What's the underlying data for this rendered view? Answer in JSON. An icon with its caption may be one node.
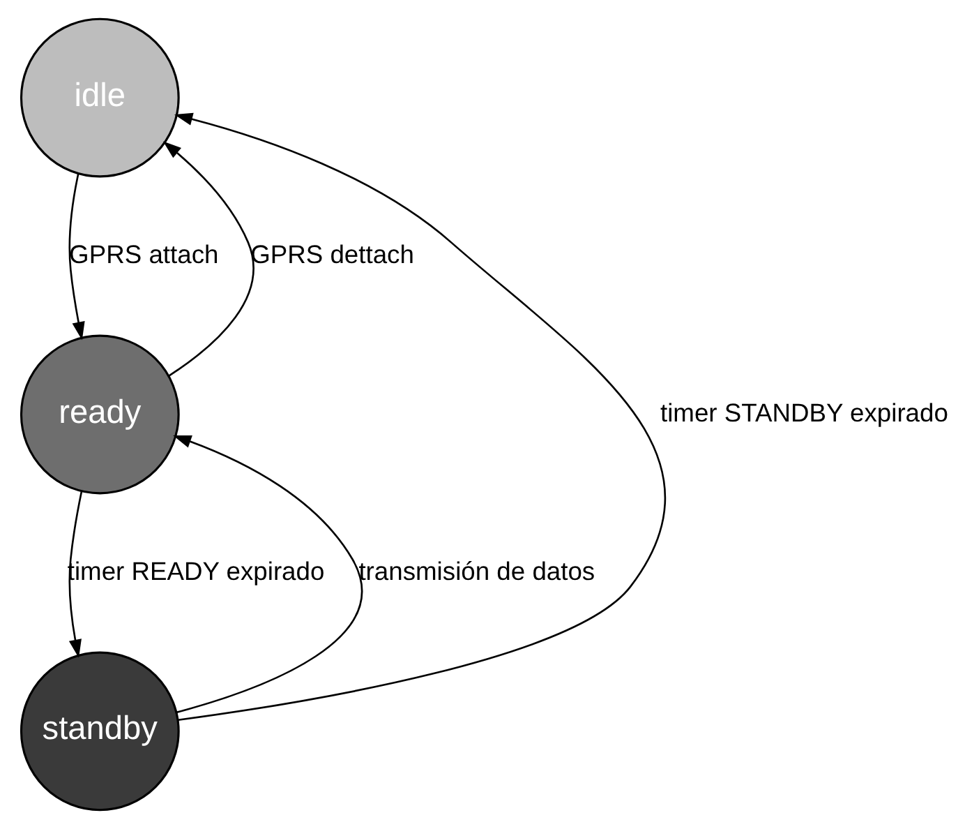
{
  "diagram": {
    "nodes": [
      {
        "text": [
          "idle"
        ]
      },
      {
        "text": [
          "ready"
        ]
      },
      {
        "text": [
          "standby"
        ]
      }
    ],
    "edges": [
      {
        "from": 0,
        "to": 1,
        "arrow": "to",
        "label": "GPRS attach"
      },
      {
        "from": 1,
        "to": 0,
        "arrow": "to",
        "label": "GPRS dettach"
      },
      {
        "from": 1,
        "to": 2,
        "arrow": "to",
        "label": "timer READY expirado"
      },
      {
        "from": 2,
        "to": 1,
        "arrow": "to",
        "label": "transmisión de datos"
      },
      {
        "from": 2,
        "to": 0,
        "arrow": "to",
        "label": "timer STANDBY expirado"
      }
    ]
  }
}
